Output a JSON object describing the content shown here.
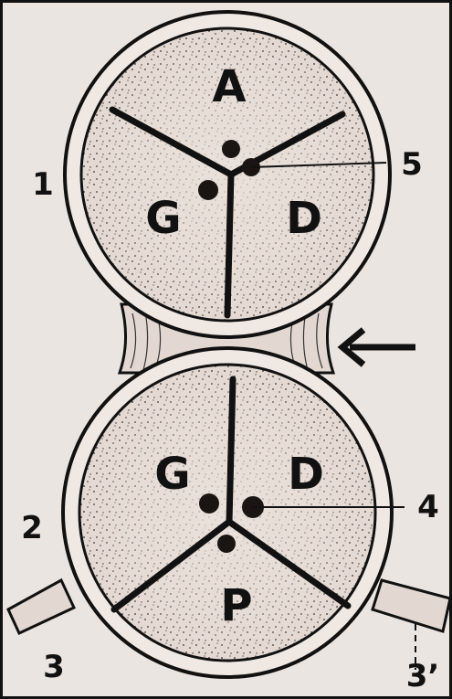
{
  "labels": {
    "valve_1": "1",
    "valve_2": "2",
    "label_3": "3",
    "label_3_prime": "3’",
    "label_4": "4",
    "label_5": "5",
    "upper_A": "A",
    "upper_G": "G",
    "upper_D": "D",
    "lower_G": "G",
    "lower_D": "D",
    "lower_P": "P"
  },
  "colors": {
    "background": "#ebe5e1",
    "ink": "#111111",
    "valve_fill": "#e4d9d2"
  },
  "icons": {
    "arrow": "left-arrow-icon"
  }
}
